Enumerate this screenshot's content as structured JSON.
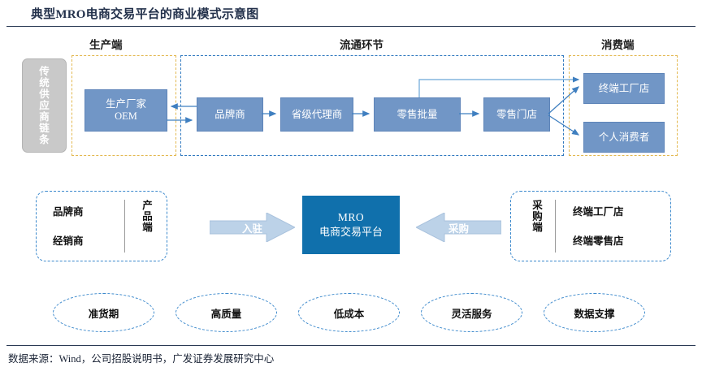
{
  "title": "典型MRO电商交易平台的商业模式示意图",
  "footer": "数据来源：Wind，公司招股说明书，广发证券发展研究中心",
  "colors": {
    "title_text": "#23314b",
    "rule": "#2b3a55",
    "process_box": "#7196c6",
    "mro_box": "#1070ac",
    "gray_bar": "#c9c9c9",
    "group_yellow": "#e3b84f",
    "group_blue": "#2f78bf",
    "ellipse_border": "#3a88cc",
    "block_arrow": "#bcd2e8",
    "connector": "#4a86c5"
  },
  "sections": [
    {
      "label": "生产端"
    },
    {
      "label": "流通环节"
    },
    {
      "label": "消费端"
    }
  ],
  "legacy_chain": {
    "label": "传统供应商链条",
    "chars": [
      "传",
      "统",
      "供",
      "应",
      "商",
      "链",
      "条"
    ]
  },
  "flow_boxes": [
    {
      "id": "oem",
      "line1": "生产厂家",
      "line2": "OEM"
    },
    {
      "id": "brand",
      "line1": "品牌商",
      "line2": ""
    },
    {
      "id": "provincial",
      "line1": "省级代理商",
      "line2": ""
    },
    {
      "id": "wholesale",
      "line1": "零售批量",
      "line2": ""
    },
    {
      "id": "retail",
      "line1": "零售门店",
      "line2": ""
    },
    {
      "id": "factory",
      "line1": "终端工厂店",
      "line2": ""
    },
    {
      "id": "consumer",
      "line1": "个人消费者",
      "line2": ""
    }
  ],
  "supply_panel": {
    "items": [
      "品牌商",
      "经销商"
    ],
    "side_label": "产品端"
  },
  "demand_panel": {
    "side_label": "采购端",
    "items": [
      "终端工厂店",
      "终端零售店"
    ]
  },
  "arrows": [
    {
      "id": "join",
      "label": "入驻",
      "direction": "right"
    },
    {
      "id": "purchase",
      "label": "采购",
      "direction": "left"
    }
  ],
  "platform": {
    "line1": "MRO",
    "line2": "电商交易平台"
  },
  "benefits": [
    "准货期",
    "高质量",
    "低成本",
    "灵活服务",
    "数据支撑"
  ]
}
